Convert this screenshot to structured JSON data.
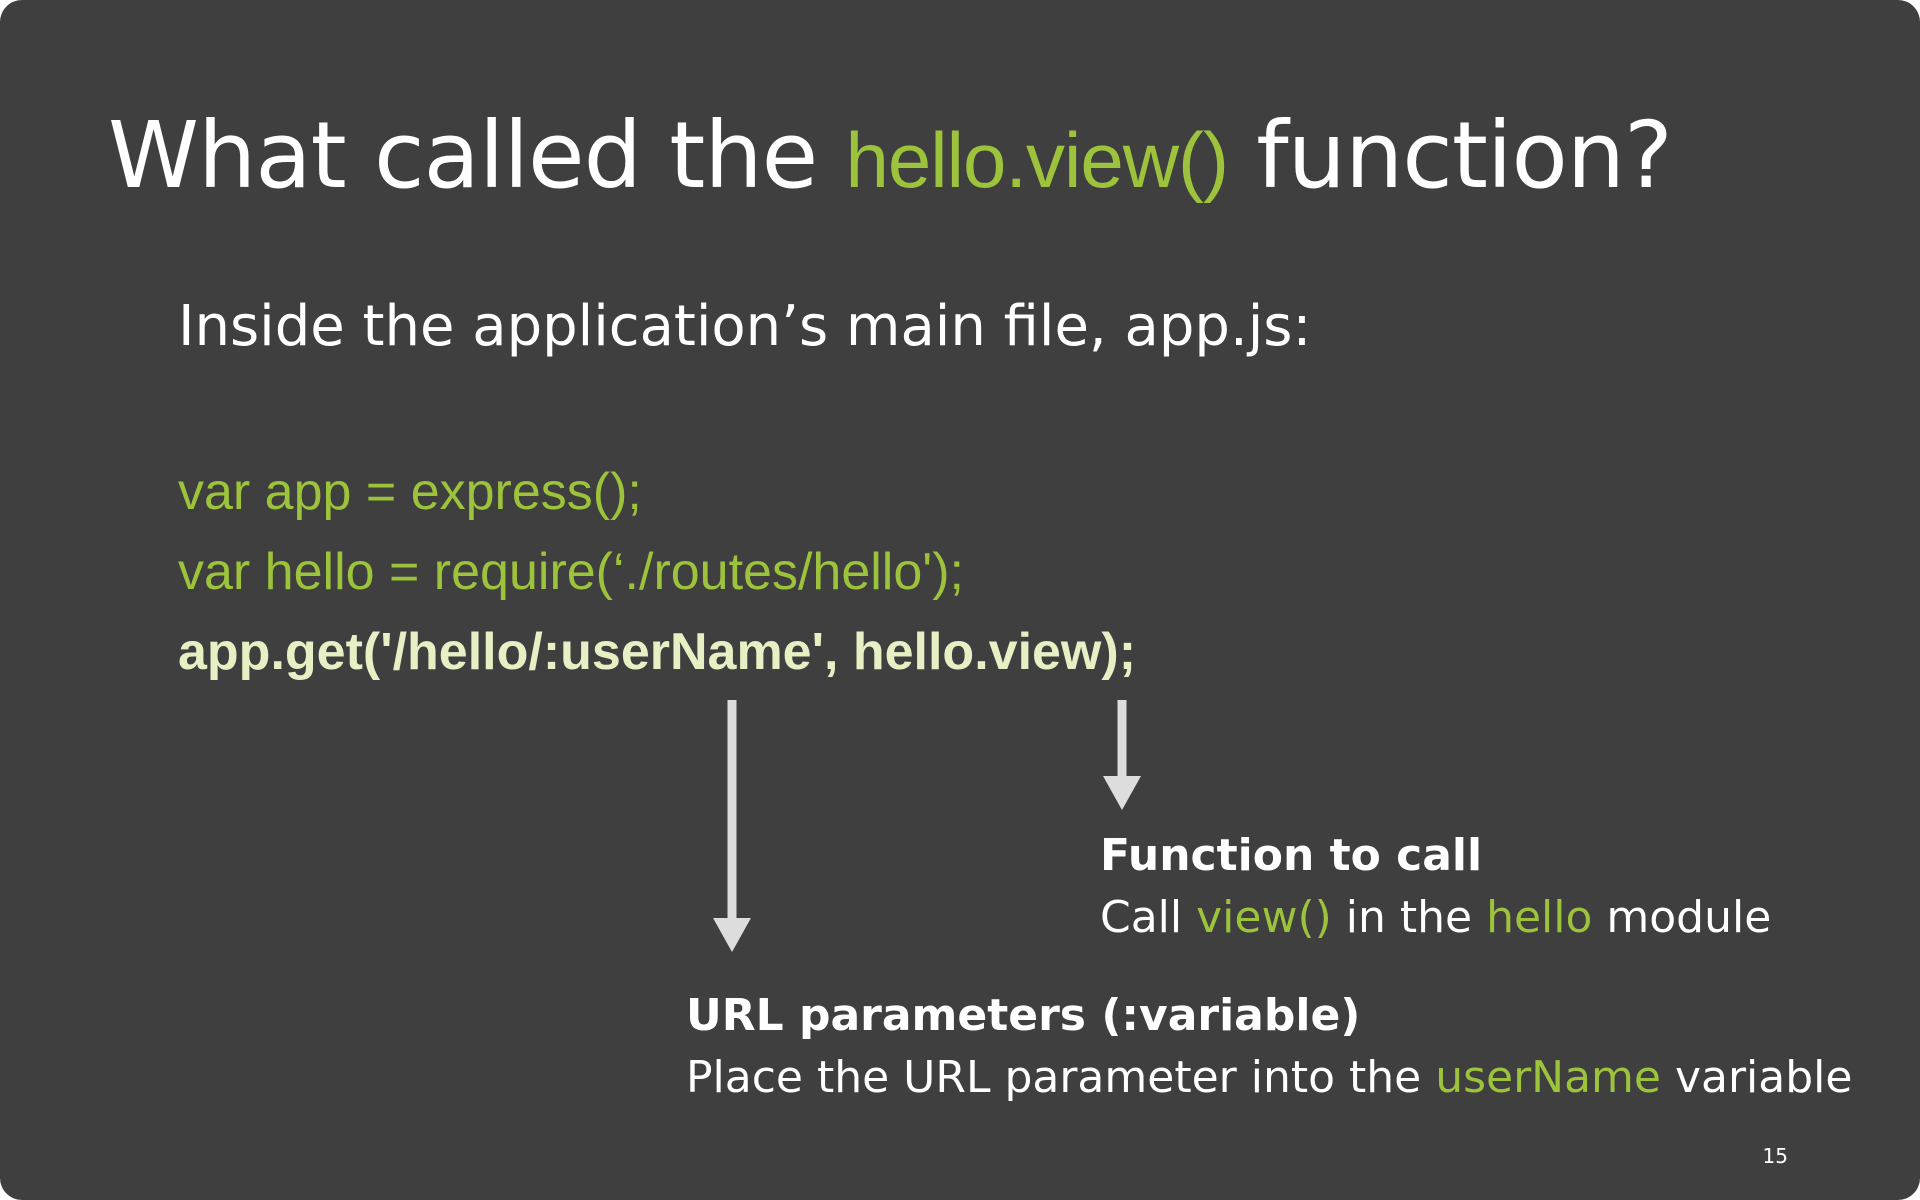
{
  "title": {
    "prefix": "What called the ",
    "code": "hello.view()",
    "suffix": " function?"
  },
  "intro": "Inside the application’s main file, app.js:",
  "code_lines": [
    "var app = express();",
    "var hello = require(‘./routes/hello');",
    "app.get('/hello/:userName', hello.view);"
  ],
  "notes": {
    "function_to_call": {
      "heading": "Function to call",
      "body_before": "Call ",
      "body_code_1": "view()",
      "body_middle": " in the ",
      "body_code_2": "hello",
      "body_after": " module"
    },
    "url_parameters": {
      "heading": "URL parameters (:variable)",
      "body_before": "Place the URL parameter into the ",
      "body_code": "userName",
      "body_after": " variable"
    }
  },
  "page_number": "15",
  "colors": {
    "background": "#3f3f3f",
    "accent_green": "#9cc33b",
    "highlight_code": "#e6f0c4",
    "arrow": "#dddddd",
    "text": "#ffffff"
  }
}
